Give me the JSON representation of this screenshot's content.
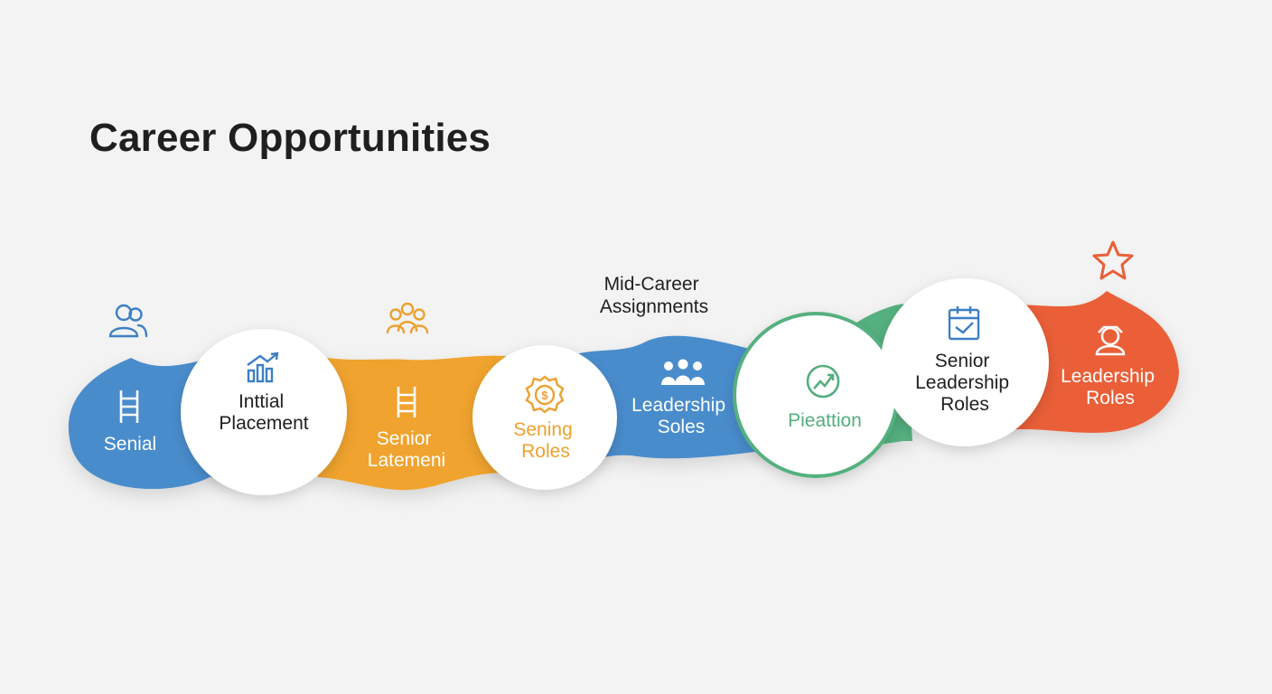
{
  "title": "Career Opportunities",
  "top_label": [
    "Mid-Career",
    "Assignments"
  ],
  "colors": {
    "blue": "#4a8ccc",
    "orange": "#f0a32d",
    "green": "#55b07f",
    "red": "#ea5f38",
    "circle": "#ffffff",
    "dark_text": "#1f1f1f",
    "blue_icon": "#3d7fc4",
    "orange_icon": "#eda12f",
    "green_icon": "#54ae7d",
    "red_icon": "#ea5f38"
  },
  "stages": [
    {
      "label": [
        "Senial"
      ],
      "icon": "ladder-icon"
    },
    {
      "label": [
        "Inttial",
        "Placement"
      ],
      "icon": "bar-chart-growth-icon"
    },
    {
      "label": [
        "Senior",
        "Latemeni"
      ],
      "icon": "ladder-icon"
    },
    {
      "label": [
        "Sening",
        "Roles"
      ],
      "icon": "coin-badge-icon"
    },
    {
      "label": [
        "Leadership",
        "Soles"
      ],
      "icon": "team-icon"
    },
    {
      "label": [
        "Pieattion"
      ],
      "icon": "trend-up-icon"
    },
    {
      "label": [
        "Senior",
        "Leadership",
        "Roles"
      ],
      "icon": "calendar-check-icon"
    },
    {
      "label": [
        "Leadership",
        "Roles"
      ],
      "icon": "leader-icon"
    }
  ],
  "floating_icons": [
    "users-icon",
    "group-icon",
    "star-icon"
  ]
}
